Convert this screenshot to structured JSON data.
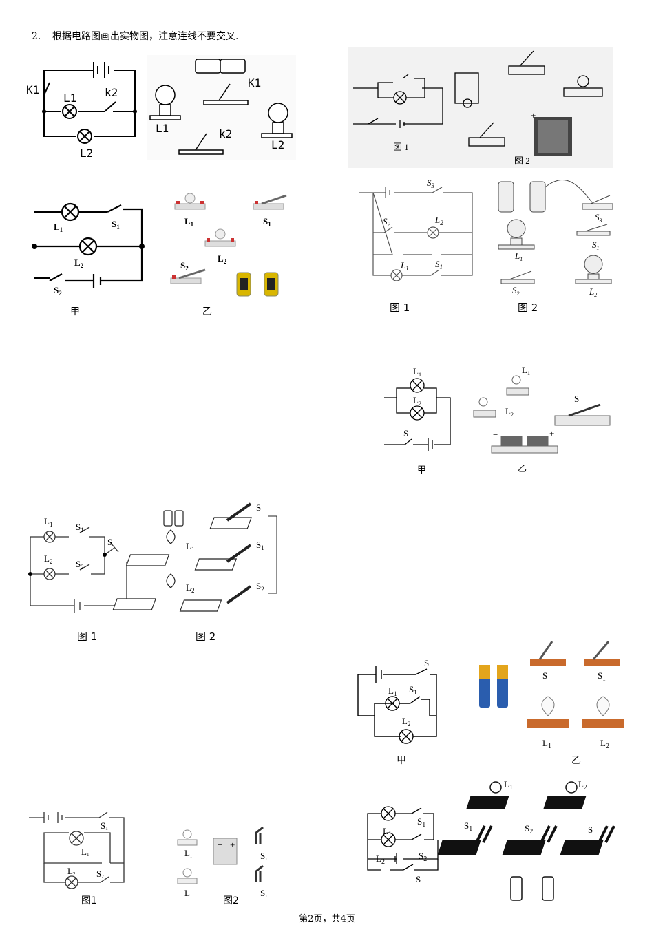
{
  "question": {
    "number": "2.",
    "text": "根据电路图画出实物图，注意连线不要交叉."
  },
  "footer": "第2页，共4页",
  "fig_a": {
    "k1": "K1",
    "l1": "L1",
    "k2": "k2",
    "l2": "L2",
    "p_l1": "L1",
    "p_k1": "K1",
    "p_k2": "k2",
    "p_l2": "L2"
  },
  "fig_b": {
    "cap1": "图 1",
    "cap2": "图 2"
  },
  "fig_c": {
    "l1": "L",
    "l1s": "1",
    "s1": "S",
    "s1s": "1",
    "l2": "L",
    "l2s": "2",
    "s2": "S",
    "s2s": "2",
    "cap1": "甲",
    "cap2": "乙",
    "p_l1": "L",
    "p_l1s": "1",
    "p_s1": "S",
    "p_s1s": "1",
    "p_l2": "L",
    "p_l2s": "2",
    "p_s2": "S",
    "p_s2s": "2"
  },
  "fig_d": {
    "s3": "S",
    "s3s": "3",
    "s2": "S",
    "s2s": "2",
    "l2": "L",
    "l2s": "2",
    "l1": "L",
    "l1s": "1",
    "s1": "S",
    "s1s": "1",
    "cap1": "图 1",
    "cap2": "图 2",
    "p_s3": "S",
    "p_s3s": "3",
    "p_s1": "S",
    "p_s1s": "1",
    "p_l1": "L",
    "p_l1s": "1",
    "p_s2": "S",
    "p_s2s": "2",
    "p_l2": "L",
    "p_l2s": "2"
  },
  "fig_e": {
    "l1": "L",
    "l1s": "1",
    "l2": "L",
    "l2s": "2",
    "s": "S",
    "cap1": "甲",
    "cap2": "乙",
    "p_l1": "L",
    "p_l1s": "1",
    "p_l2": "L",
    "p_l2s": "2",
    "p_s": "S",
    "minus": "−",
    "plus": "+"
  },
  "fig_f": {
    "l1": "L",
    "l1s": "1",
    "s1": "S",
    "s1s": "1",
    "s": "S",
    "l2": "L",
    "l2s": "2",
    "s2": "S",
    "s2s": "2",
    "cap1": "图 1",
    "cap2": "图 2",
    "p_s": "S",
    "p_l1": "L",
    "p_l1s": "1",
    "p_s1": "S",
    "p_s1s": "1",
    "p_l2": "L",
    "p_l2s": "2",
    "p_s2": "S",
    "p_s2s": "2"
  },
  "fig_g": {
    "s": "S",
    "l1": "L",
    "l1s": "1",
    "s1": "S",
    "s1s": "1",
    "l2": "L",
    "l2s": "2",
    "cap1": "甲",
    "cap2": "乙",
    "p_s": "S",
    "p_s1": "S",
    "p_s1s": "1",
    "p_l1": "L",
    "p_l1s": "1",
    "p_l2": "L",
    "p_l2s": "2"
  },
  "fig_h": {
    "s1": "S",
    "s1s": "1",
    "l1": "L",
    "l1s": "1",
    "l2": "L",
    "l2s": "2",
    "s2": "S",
    "s2s": "2",
    "cap1": "图1",
    "cap2": "图2",
    "p_l1": "L",
    "p_l1s": "1",
    "p_l1b": "L",
    "p_l1bs": "1",
    "p_s1": "S",
    "p_s1s": "1",
    "p_s1b": "S",
    "p_s1bs": "1",
    "minus": "−",
    "plus": "+"
  },
  "fig_i": {
    "s1": "S",
    "s1s": "1",
    "l1": "L",
    "l1s": "1",
    "s2": "S",
    "s2s": "2",
    "l2": "L",
    "l2s": "2",
    "s": "S",
    "p_l1": "L",
    "p_l1s": "1",
    "p_l2": "L",
    "p_l2s": "2",
    "p_s1": "S",
    "p_s1s": "1",
    "p_s2": "S",
    "p_s2s": "2",
    "p_s": "S"
  }
}
